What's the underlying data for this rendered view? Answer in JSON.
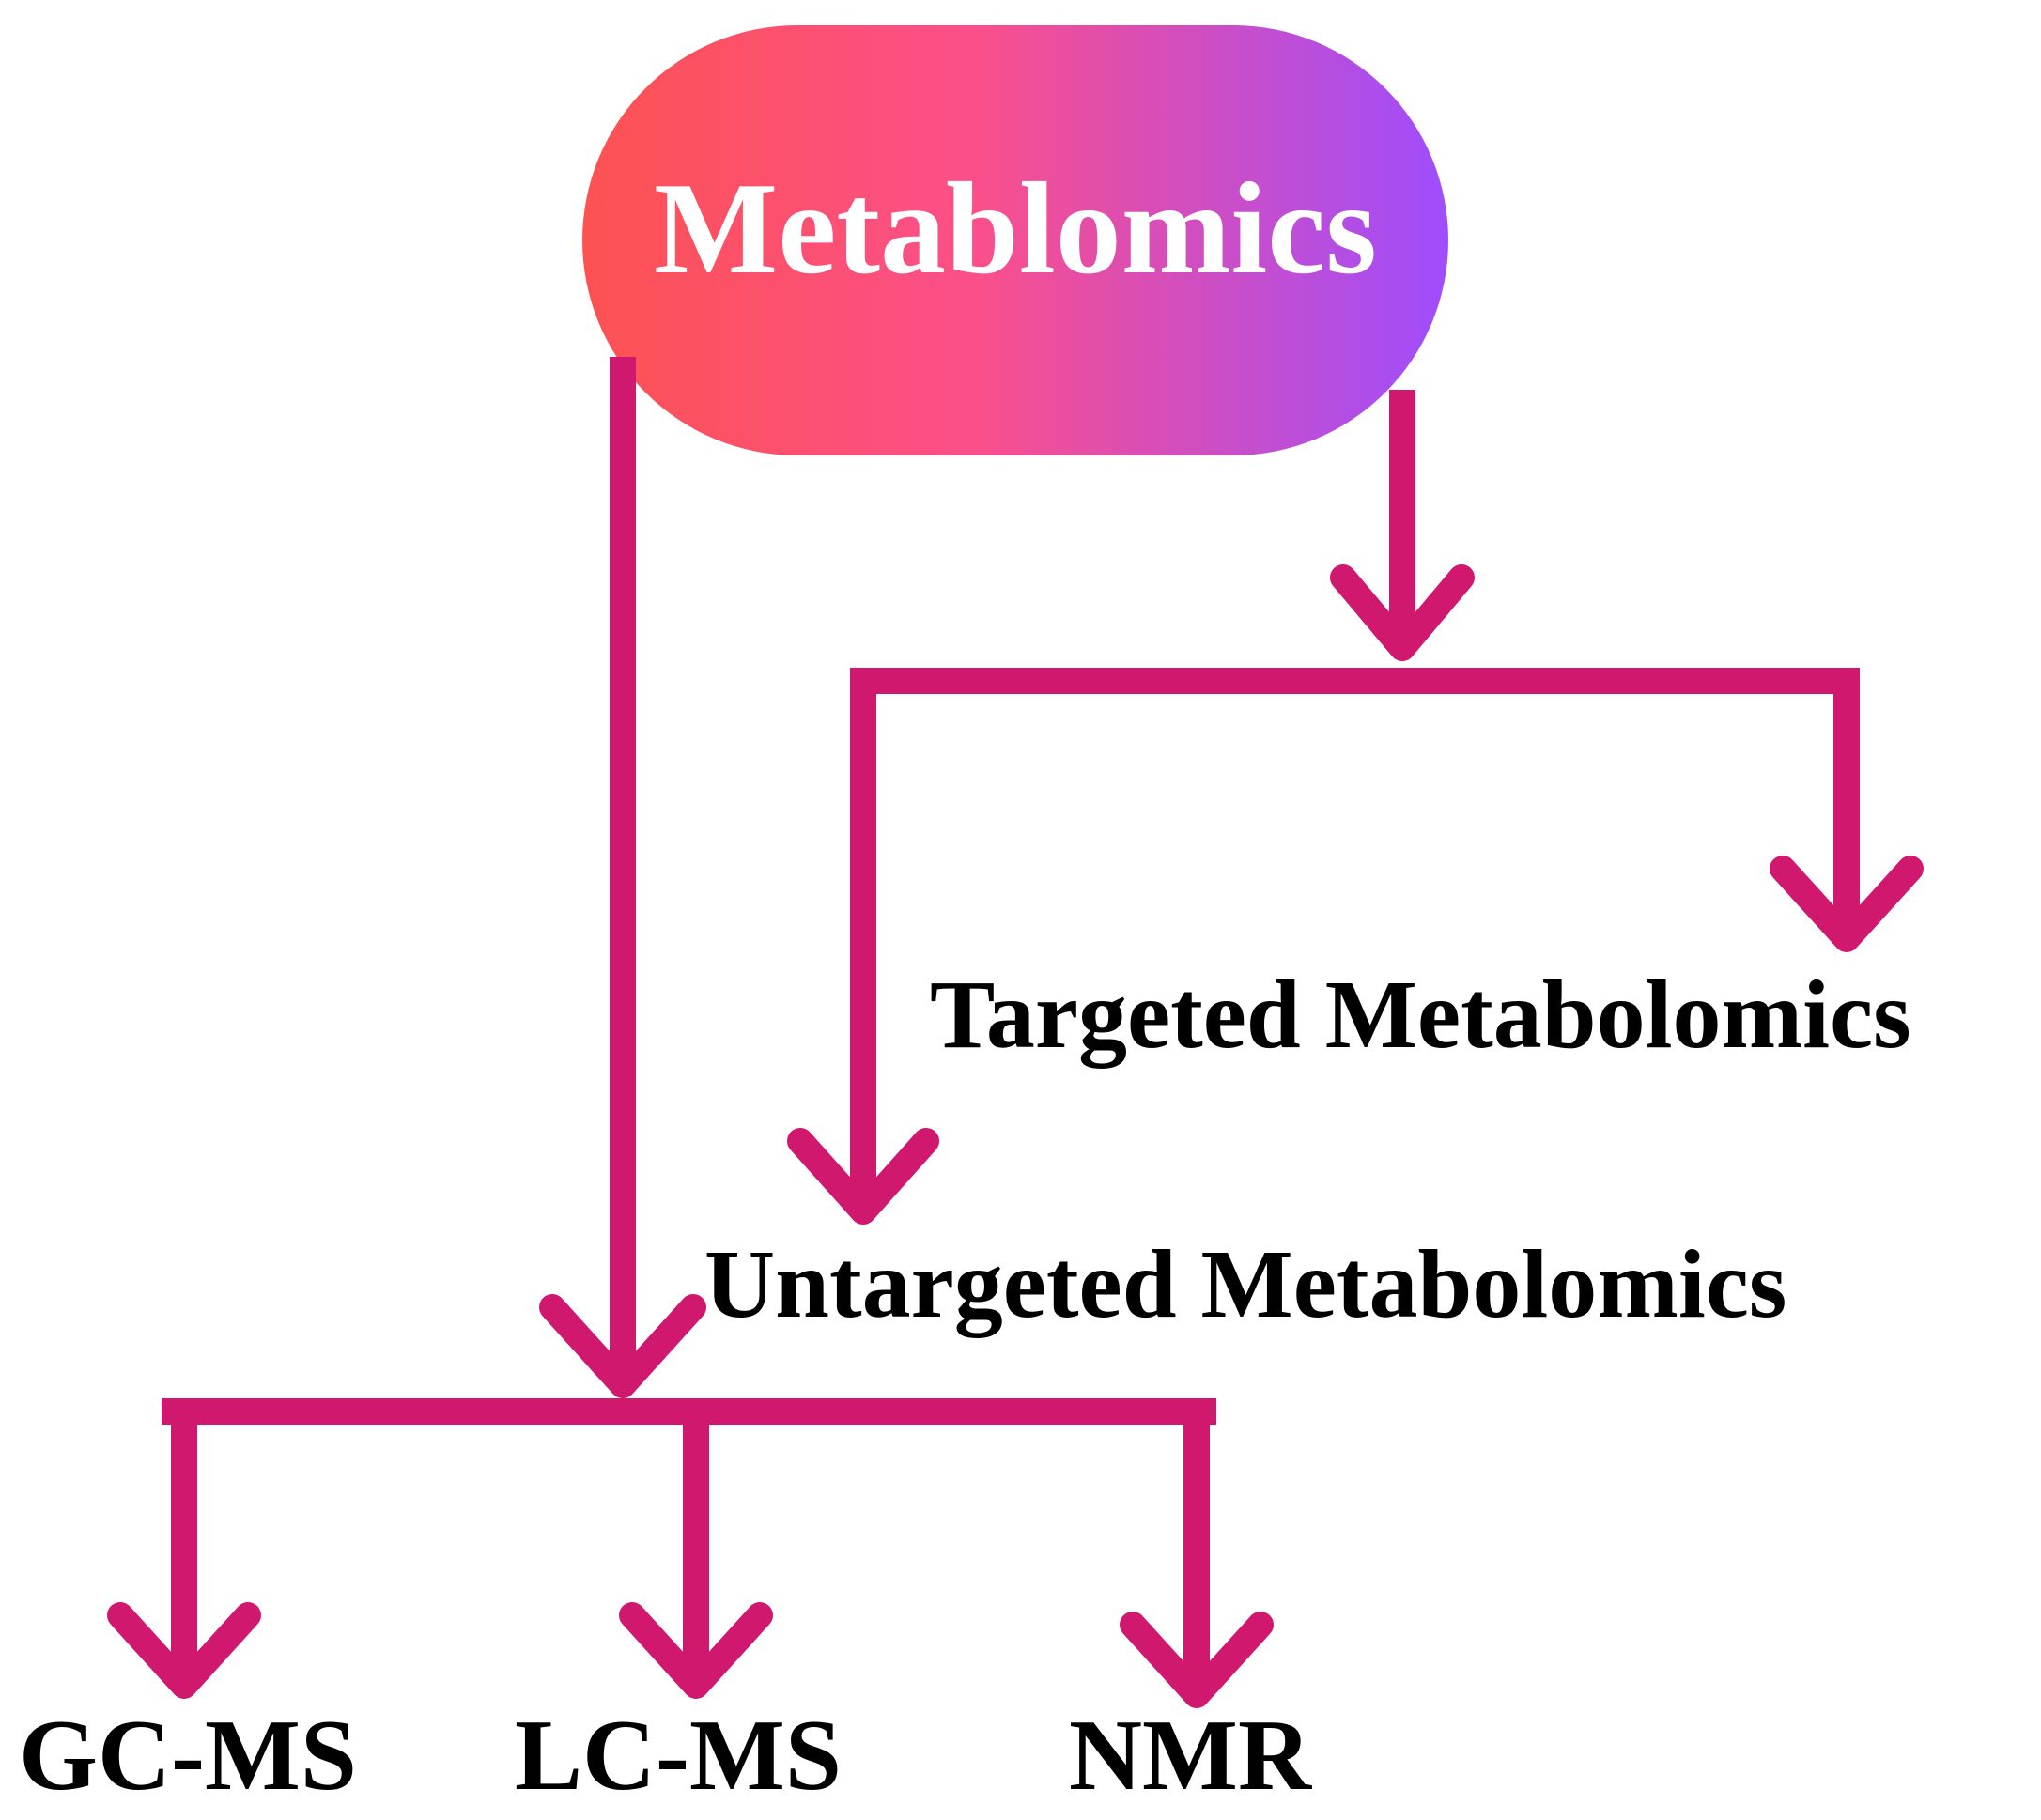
{
  "diagram": {
    "root": {
      "label": "Metablomics"
    },
    "branches": {
      "targeted": {
        "label": "Targeted Metabolomics"
      },
      "untargeted": {
        "label": "Untargeted Metabolomics"
      }
    },
    "techniques": [
      {
        "label": "GC-MS"
      },
      {
        "label": "LC-MS"
      },
      {
        "label": "NMR"
      }
    ]
  },
  "colors": {
    "connector": "#d0186f",
    "root_gradient_start": "#fd5252",
    "root_gradient_mid": "#fb4f8a",
    "root_gradient_end": "#9f4dfd",
    "text": "#000000",
    "root_text": "#ffffff"
  }
}
